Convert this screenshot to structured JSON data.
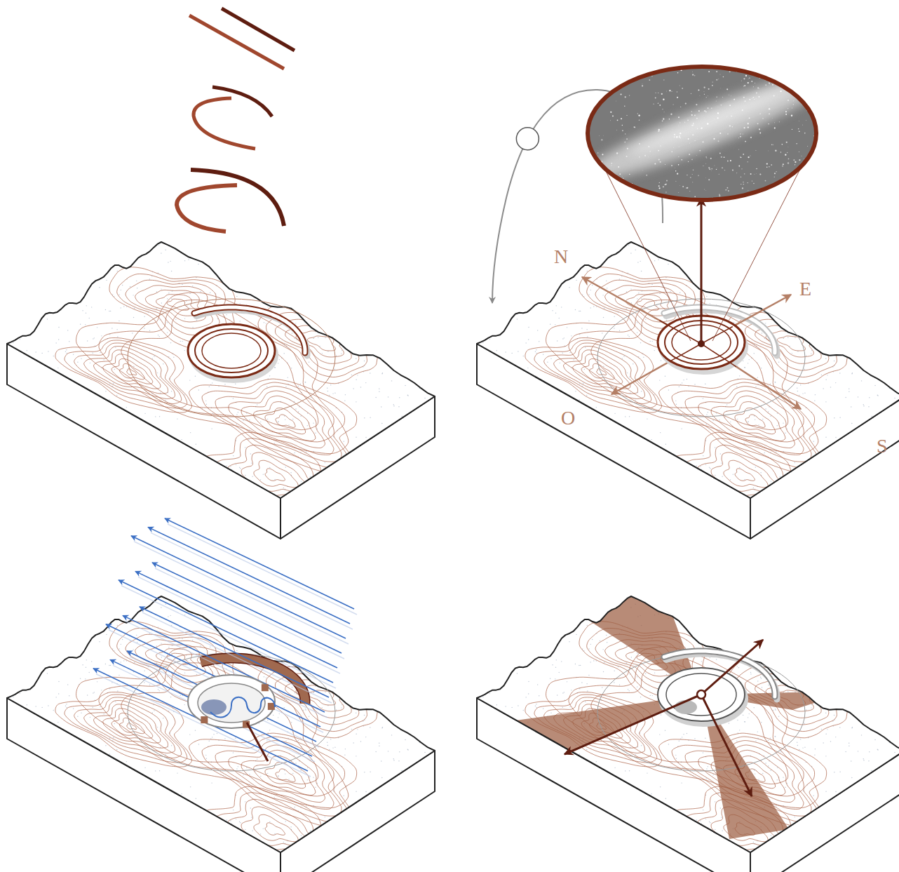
{
  "diagram": {
    "labels": [
      "N",
      "E",
      "O",
      "S"
    ]
  }
}
